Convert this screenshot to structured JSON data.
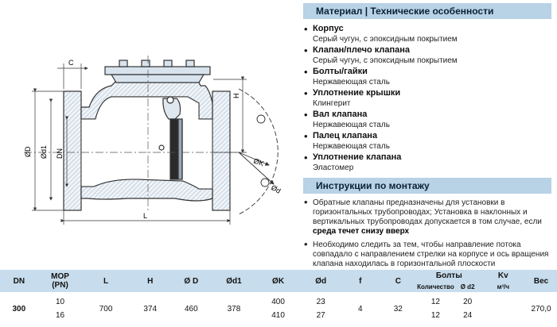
{
  "drawing": {
    "dim_labels": {
      "C": "C",
      "H": "H",
      "D": "ØD",
      "d1": "Ød1",
      "DN": "DN",
      "K": "ØK",
      "d": "Ød",
      "L": "L"
    }
  },
  "materials": {
    "header": "Материал | Технические особенности",
    "items": [
      {
        "name": "Корпус",
        "value": "Серый чугун, с эпоксидным покрытием"
      },
      {
        "name": "Клапан/плечо клапана",
        "value": "Серый чугун, с эпоксидным покрытием"
      },
      {
        "name": "Болты/гайки",
        "value": "Нержавеющая сталь"
      },
      {
        "name": "Уплотнение крышки",
        "value": "Клингерит"
      },
      {
        "name": "Вал клапана",
        "value": "Нержавеющая сталь"
      },
      {
        "name": "Палец клапана",
        "value": "Нержавеющая сталь"
      },
      {
        "name": "Уплотнение клапана",
        "value": "Эластомер"
      }
    ]
  },
  "instructions": {
    "header": "Инструкции по монтажу",
    "item1_text": "Обратные клапаны предназначены для установки в горизонтальных трубопроводах; Установка в наклонных и вертикальных трубопроводах допускается в том случае, если ",
    "item1_bold": "среда течет снизу вверх",
    "item2_text": "Необходимо следить за тем, чтобы направление потока совпадало с направлением стрелки на корпусе и ось вращения клапана находилась в горизонтальной плоскости"
  },
  "table": {
    "headers": {
      "dn": "DN",
      "mop": "MOP",
      "mop_sub": "(PN)",
      "l": "L",
      "h": "H",
      "d": "Ø D",
      "d1": "Ød1",
      "k": "ØK",
      "dd": "Ød",
      "f": "f",
      "c": "C",
      "bolts": "Болты",
      "bolts_qty": "Количество",
      "bolts_d2": "Ø d2",
      "kv": "Kv",
      "kv_unit": "м³/ч",
      "weight": "Вес"
    },
    "rows": [
      {
        "dn": "300",
        "mop": "10",
        "l": "700",
        "h": "374",
        "d": "460",
        "d1": "378",
        "k": "400",
        "dd": "23",
        "f": "4",
        "c": "32",
        "qty": "12",
        "d2": "20",
        "kv": "",
        "weight": "270,0"
      },
      {
        "dn": "",
        "mop": "16",
        "l": "",
        "h": "",
        "d": "",
        "d1": "",
        "k": "410",
        "dd": "27",
        "f": "",
        "c": "",
        "qty": "12",
        "d2": "24",
        "kv": "",
        "weight": ""
      }
    ]
  }
}
